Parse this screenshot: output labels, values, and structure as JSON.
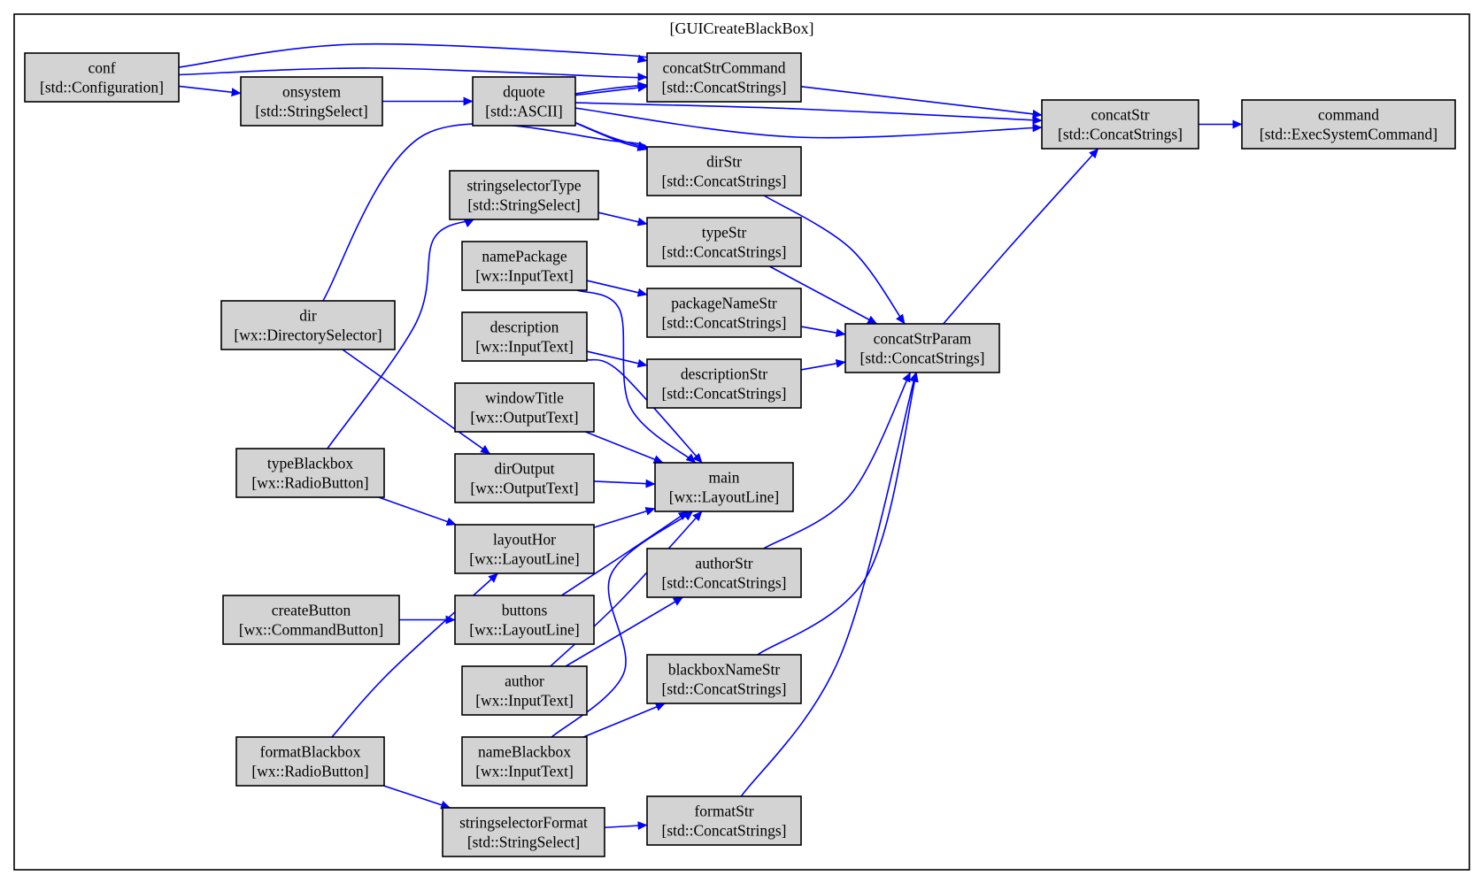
{
  "cluster": {
    "label": "[GUICreateBlackBox]"
  },
  "colors": {
    "edge": "#0000ff",
    "node_fill": "#d3d3d3",
    "node_border": "#000000"
  },
  "nodes": [
    {
      "id": "conf",
      "name": "conf",
      "type": "[std::Configuration]"
    },
    {
      "id": "onsystem",
      "name": "onsystem",
      "type": "[std::StringSelect]"
    },
    {
      "id": "dquote",
      "name": "dquote",
      "type": "[std::ASCII]"
    },
    {
      "id": "concatStrCommand",
      "name": "concatStrCommand",
      "type": "[std::ConcatStrings]"
    },
    {
      "id": "concatStr",
      "name": "concatStr",
      "type": "[std::ConcatStrings]"
    },
    {
      "id": "command",
      "name": "command",
      "type": "[std::ExecSystemCommand]"
    },
    {
      "id": "dirStr",
      "name": "dirStr",
      "type": "[std::ConcatStrings]"
    },
    {
      "id": "stringselectorType",
      "name": "stringselectorType",
      "type": "[std::StringSelect]"
    },
    {
      "id": "typeStr",
      "name": "typeStr",
      "type": "[std::ConcatStrings]"
    },
    {
      "id": "namePackage",
      "name": "namePackage",
      "type": "[wx::InputText]"
    },
    {
      "id": "packageNameStr",
      "name": "packageNameStr",
      "type": "[std::ConcatStrings]"
    },
    {
      "id": "dir",
      "name": "dir",
      "type": "[wx::DirectorySelector]"
    },
    {
      "id": "description",
      "name": "description",
      "type": "[wx::InputText]"
    },
    {
      "id": "concatStrParam",
      "name": "concatStrParam",
      "type": "[std::ConcatStrings]"
    },
    {
      "id": "descriptionStr",
      "name": "descriptionStr",
      "type": "[std::ConcatStrings]"
    },
    {
      "id": "windowTitle",
      "name": "windowTitle",
      "type": "[wx::OutputText]"
    },
    {
      "id": "typeBlackbox",
      "name": "typeBlackbox",
      "type": "[wx::RadioButton]"
    },
    {
      "id": "dirOutput",
      "name": "dirOutput",
      "type": "[wx::OutputText]"
    },
    {
      "id": "main",
      "name": "main",
      "type": "[wx::LayoutLine]"
    },
    {
      "id": "layoutHor",
      "name": "layoutHor",
      "type": "[wx::LayoutLine]"
    },
    {
      "id": "authorStr",
      "name": "authorStr",
      "type": "[std::ConcatStrings]"
    },
    {
      "id": "createButton",
      "name": "createButton",
      "type": "[wx::CommandButton]"
    },
    {
      "id": "buttons",
      "name": "buttons",
      "type": "[wx::LayoutLine]"
    },
    {
      "id": "author",
      "name": "author",
      "type": "[wx::InputText]"
    },
    {
      "id": "blackboxNameStr",
      "name": "blackboxNameStr",
      "type": "[std::ConcatStrings]"
    },
    {
      "id": "formatBlackbox",
      "name": "formatBlackbox",
      "type": "[wx::RadioButton]"
    },
    {
      "id": "nameBlackbox",
      "name": "nameBlackbox",
      "type": "[wx::InputText]"
    },
    {
      "id": "stringselectorFormat",
      "name": "stringselectorFormat",
      "type": "[std::StringSelect]"
    },
    {
      "id": "formatStr",
      "name": "formatStr",
      "type": "[std::ConcatStrings]"
    }
  ],
  "edges": [
    {
      "from": "conf",
      "to": "concatStrCommand"
    },
    {
      "from": "conf",
      "to": "concatStrCommand"
    },
    {
      "from": "conf",
      "to": "onsystem"
    },
    {
      "from": "onsystem",
      "to": "dquote"
    },
    {
      "from": "dquote",
      "to": "concatStrCommand"
    },
    {
      "from": "dquote",
      "to": "concatStrCommand"
    },
    {
      "from": "dquote",
      "to": "concatStr"
    },
    {
      "from": "dquote",
      "to": "concatStr"
    },
    {
      "from": "dquote",
      "to": "dirStr"
    },
    {
      "from": "dquote",
      "to": "dirStr"
    },
    {
      "from": "concatStrCommand",
      "to": "concatStr"
    },
    {
      "from": "concatStr",
      "to": "command"
    },
    {
      "from": "dir",
      "to": "dirStr"
    },
    {
      "from": "dir",
      "to": "dirOutput"
    },
    {
      "from": "dirStr",
      "to": "concatStrParam"
    },
    {
      "from": "typeBlackbox",
      "to": "stringselectorType"
    },
    {
      "from": "typeBlackbox",
      "to": "layoutHor"
    },
    {
      "from": "stringselectorType",
      "to": "typeStr"
    },
    {
      "from": "typeStr",
      "to": "concatStrParam"
    },
    {
      "from": "namePackage",
      "to": "packageNameStr"
    },
    {
      "from": "namePackage",
      "to": "main"
    },
    {
      "from": "packageNameStr",
      "to": "concatStrParam"
    },
    {
      "from": "description",
      "to": "descriptionStr"
    },
    {
      "from": "description",
      "to": "main"
    },
    {
      "from": "descriptionStr",
      "to": "concatStrParam"
    },
    {
      "from": "windowTitle",
      "to": "main"
    },
    {
      "from": "dirOutput",
      "to": "main"
    },
    {
      "from": "layoutHor",
      "to": "main"
    },
    {
      "from": "buttons",
      "to": "main"
    },
    {
      "from": "author",
      "to": "main"
    },
    {
      "from": "nameBlackbox",
      "to": "main"
    },
    {
      "from": "author",
      "to": "authorStr"
    },
    {
      "from": "authorStr",
      "to": "concatStrParam"
    },
    {
      "from": "createButton",
      "to": "buttons"
    },
    {
      "from": "formatBlackbox",
      "to": "layoutHor"
    },
    {
      "from": "formatBlackbox",
      "to": "stringselectorFormat"
    },
    {
      "from": "nameBlackbox",
      "to": "blackboxNameStr"
    },
    {
      "from": "blackboxNameStr",
      "to": "concatStrParam"
    },
    {
      "from": "stringselectorFormat",
      "to": "formatStr"
    },
    {
      "from": "formatStr",
      "to": "concatStrParam"
    },
    {
      "from": "concatStrParam",
      "to": "concatStr"
    }
  ]
}
